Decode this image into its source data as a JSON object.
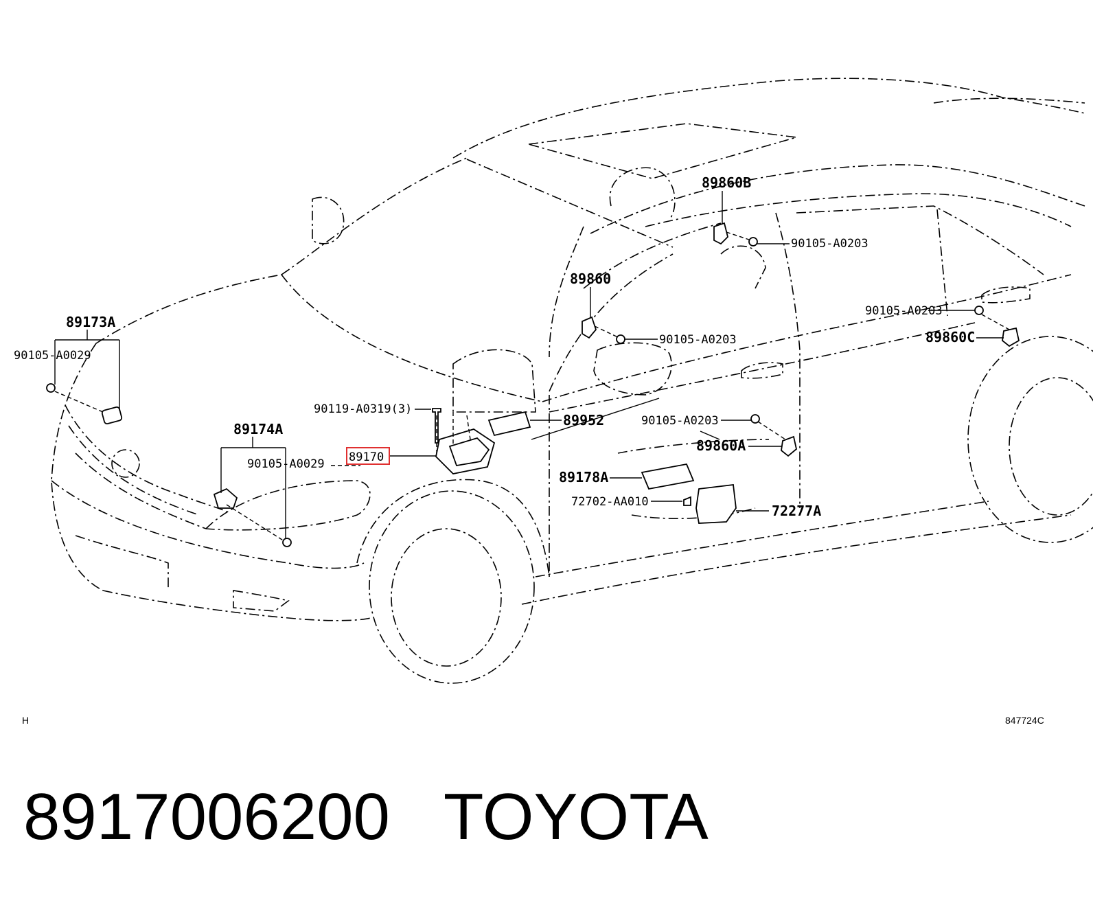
{
  "diagram": {
    "callouts": {
      "c_89173A": "89173A",
      "c_90105_A0029_l": "90105-A0029",
      "c_89174A": "89174A",
      "c_90105_A0029_m": "90105-A0029",
      "c_89170": "89170",
      "c_90119": "90119-A0319(3)",
      "c_89952": "89952",
      "c_89860": "89860",
      "c_90105_A0203_a": "90105-A0203",
      "c_89860B": "89860B",
      "c_90105_A0203_b": "90105-A0203",
      "c_90105_A0203_c": "90105-A0203",
      "c_89860C": "89860C",
      "c_90105_A0203_d": "90105-A0203",
      "c_89860A": "89860A",
      "c_89178A": "89178A",
      "c_72702": "72702-AA010",
      "c_72277A": "72277A"
    },
    "corner_left": "H",
    "corner_right": "847724C"
  },
  "footer": {
    "part_number": "8917006200",
    "brand": "TOYOTA"
  }
}
